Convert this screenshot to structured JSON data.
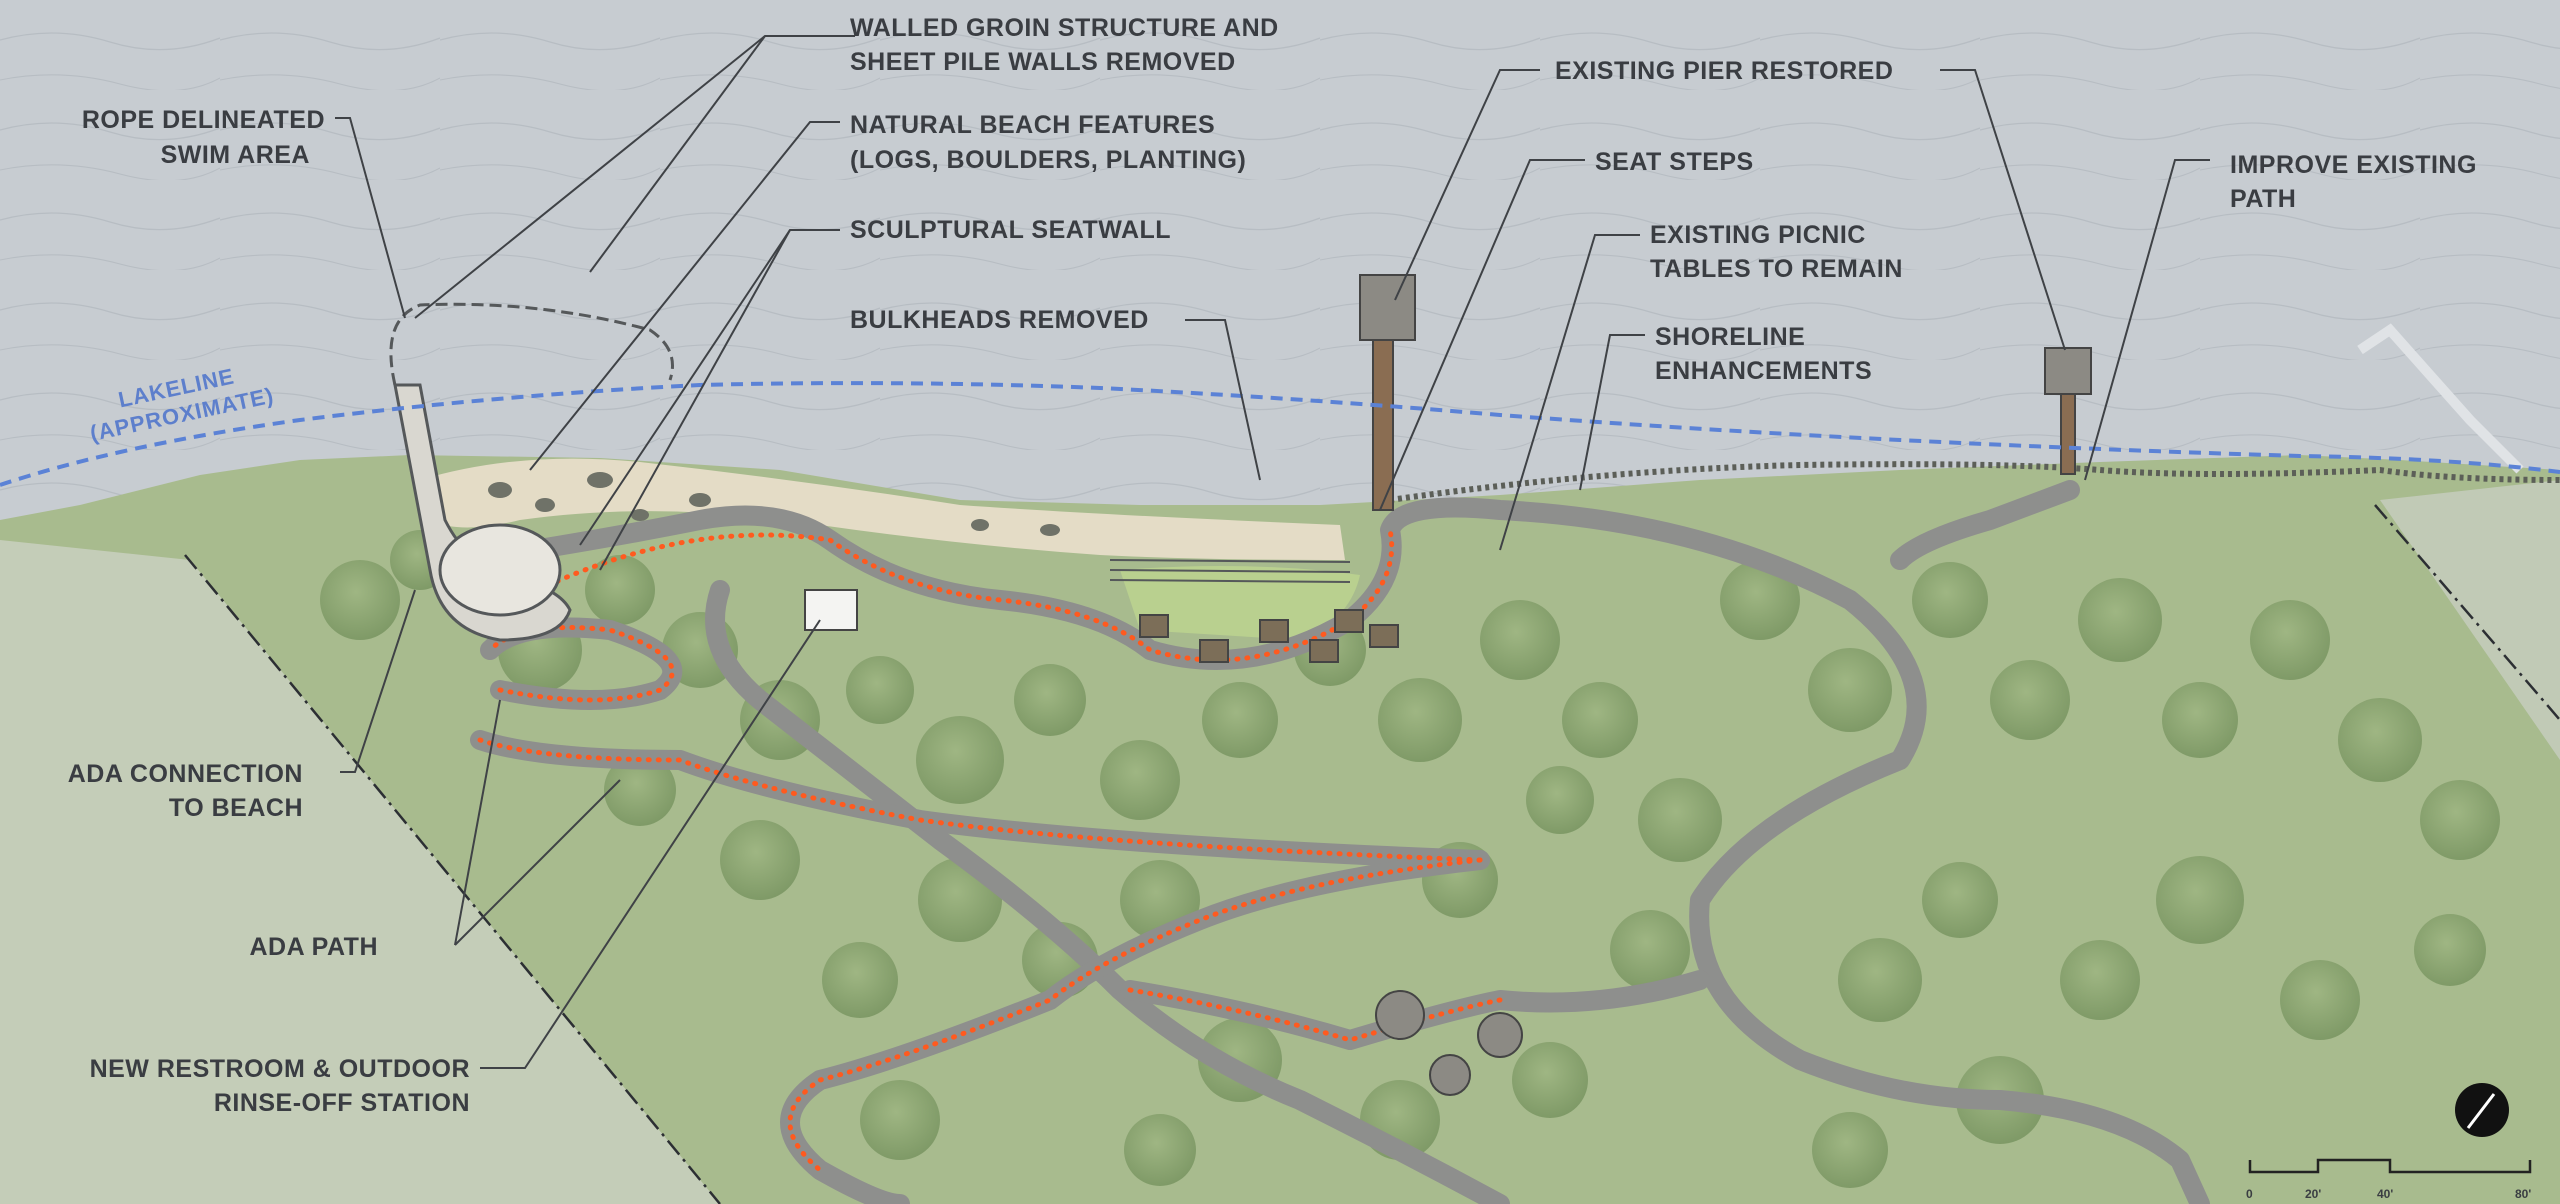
{
  "map": {
    "lakeline_label": [
      "LAKELINE",
      "(APPROXIMATE)"
    ],
    "callouts": {
      "walled_groin": [
        "WALLED GROIN STRUCTURE AND",
        "SHEET PILE WALLS REMOVED"
      ],
      "rope_swim": [
        "ROPE DELINEATED",
        "SWIM AREA"
      ],
      "natural_beach": [
        "NATURAL BEACH FEATURES",
        "(LOGS, BOULDERS, PLANTING)"
      ],
      "sculptural_seatwall": [
        "SCULPTURAL SEATWALL"
      ],
      "bulkheads": [
        "BULKHEADS REMOVED"
      ],
      "existing_pier": [
        "EXISTING PIER RESTORED"
      ],
      "seat_steps": [
        "SEAT STEPS"
      ],
      "picnic_tables": [
        "EXISTING PICNIC",
        "TABLES TO REMAIN"
      ],
      "shoreline": [
        "SHORELINE",
        "ENHANCEMENTS"
      ],
      "improve_path": [
        "IMPROVE EXISTING",
        "PATH"
      ],
      "ada_connection": [
        "ADA CONNECTION",
        "TO BEACH"
      ],
      "ada_path": [
        "ADA PATH"
      ],
      "restroom": [
        "NEW RESTROOM & OUTDOOR",
        "RINSE-OFF STATION"
      ]
    },
    "scale_bar": {
      "labels": [
        "0",
        "20'",
        "40'",
        "80'"
      ]
    },
    "north_arrow": "north-arrow-icon",
    "colors": {
      "water": "#c7ccd1",
      "land": "#a9bb8f",
      "path": "#9a9a9a",
      "ada_dots": "#ff5a1f",
      "lakeline": "#5b82d6",
      "beach": "#e6dfcc",
      "text": "#3a3d42"
    }
  }
}
